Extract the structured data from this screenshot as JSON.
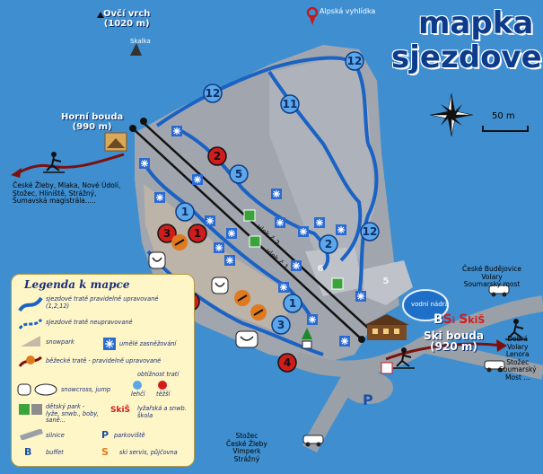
{
  "title": {
    "line1": "mapka",
    "line2": "sjezdovek"
  },
  "peaks": {
    "ovci_vrch": {
      "name": "Ovčí vrch",
      "elevation": "(1020 m)"
    },
    "skalka": "Skalka",
    "alpska": "Alpská vyhlídka"
  },
  "huts": {
    "horni_bouda": {
      "name": "Horní bouda",
      "elevation": "(990 m)"
    },
    "ski_bouda": {
      "name": "Ski bouda",
      "elevation": "(920 m)"
    }
  },
  "scale": "50 m",
  "lifts": {
    "lift1": "vlek č.1",
    "lift2": "vlek č.2"
  },
  "water_tank": "vodní nádrž",
  "left_destinations": "České Žleby, Mlaka, Nové Údolí, Stožec, Hliniště, Strážný, Šumavská magistrála.....",
  "right_top_destinations": [
    "České Budějovice",
    "Volary",
    "Soumarský most"
  ],
  "right_mid_destinations": [
    "Dobrá",
    "Volary",
    "Lenora",
    "Stožec",
    "Soumarský",
    "Most ..."
  ],
  "bottom_destinations": [
    "Stožec",
    "České Žleby",
    "Vimperk",
    "Strážný"
  ],
  "parking_letter": "P",
  "bs_logo": {
    "b": "B",
    "s1": "S",
    "i": "i",
    "s2": "S",
    "kis": "kiŠ"
  },
  "slopes": [
    {
      "num": "12",
      "color": "blue"
    },
    {
      "num": "12",
      "color": "blue"
    },
    {
      "num": "11",
      "color": "blue"
    },
    {
      "num": "2",
      "color": "red"
    },
    {
      "num": "5",
      "color": "blue"
    },
    {
      "num": "1",
      "color": "blue"
    },
    {
      "num": "2",
      "color": "blue"
    },
    {
      "num": "12",
      "color": "blue"
    },
    {
      "num": "3",
      "color": "red"
    },
    {
      "num": "1",
      "color": "red"
    },
    {
      "num": "4",
      "color": "red"
    },
    {
      "num": "1",
      "color": "blue"
    },
    {
      "num": "3",
      "color": "blue"
    },
    {
      "num": "4",
      "color": "red"
    },
    {
      "num": "6",
      "color": "gray"
    },
    {
      "num": "5",
      "color": "gray"
    }
  ],
  "colors": {
    "water": "#3f8fd0",
    "slope": "#9aa0a8",
    "blue_trail": "#1a62c4",
    "red_trail": "#d11c1c",
    "lift": "#111111",
    "legend_bg": "#fff6c8"
  },
  "legend": {
    "title": "Legenda k mapce",
    "groomed": "sjezdové tratě pravidelně upravované",
    "groomed_nums": "(1,2,12)",
    "ungroomed": "sjezdové tratě neupravované",
    "snowpark": "snowpark",
    "snowmaking": "umělé zasněžování",
    "crosscountry": "běžecké tratě - pravidelně upravované",
    "difficulty": "obtížnost tratí",
    "easy": "lehčí",
    "hard": "těžší",
    "snowcross": "snowcross, jump",
    "kidspark": "dětský park - lyže, snwb., boby, saně...",
    "ski_school": "lyžařská a snwb. škola",
    "ski_school_logo": "SkiŠ",
    "road": "silnice",
    "parking": "parkoviště",
    "parking_letter": "P",
    "buffet": "buffet",
    "buffet_letter": "B",
    "service": "ski servis, půjčovna",
    "service_letter": "S"
  }
}
